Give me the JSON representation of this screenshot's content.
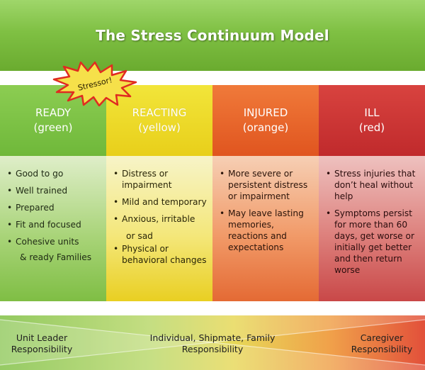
{
  "title": "The Stress Continuum Model",
  "stressor_label": "Stressor!",
  "columns": [
    {
      "name": "READY",
      "color_label": "(green)",
      "items": [
        "Good to go",
        "Well trained",
        "Prepared",
        "Fit and focused",
        "Cohesive units",
        "& ready Families"
      ]
    },
    {
      "name": "REACTING",
      "color_label": "(yellow)",
      "items": [
        "Distress or impairment",
        "Mild and temporary",
        "Anxious, irritable",
        "or sad",
        "Physical or behavioral changes"
      ]
    },
    {
      "name": "INJURED",
      "color_label": "(orange)",
      "items": [
        "More severe or persistent distress or impairment",
        "May leave lasting memories, reactions and expectations"
      ]
    },
    {
      "name": "ILL",
      "color_label": "(red)",
      "items": [
        "Stress injuries that don’t heal without help",
        "Symptoms persist for more than 60 days, get worse or initially get better and then return worse"
      ]
    }
  ],
  "footer": {
    "left_line1": "Unit Leader",
    "left_line2": "Responsibility",
    "middle_line1": "Individual, Shipmate, Family",
    "middle_line2": "Responsibility",
    "right_line1": "Caregiver",
    "right_line2": "Responsibility"
  },
  "colors": {
    "ready": "#7fc043",
    "reacting": "#e8cf1a",
    "injured": "#e0551f",
    "ill": "#c02a2c",
    "stressor_burst": "#f6e04a",
    "stressor_outline": "#e02b20"
  }
}
